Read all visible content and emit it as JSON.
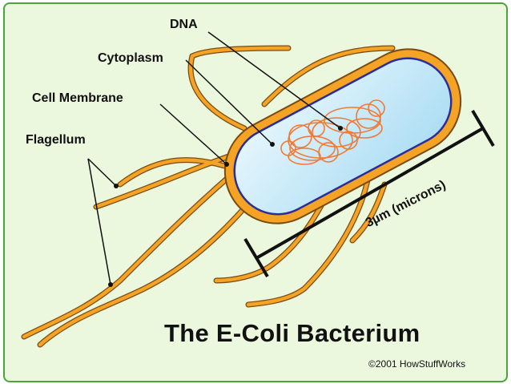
{
  "labels": {
    "dna": "DNA",
    "cytoplasm": "Cytoplasm",
    "cell_membrane": "Cell Membrane",
    "flagellum": "Flagellum"
  },
  "scale_label": "3µm (microns)",
  "title": "The E-Coli Bacterium",
  "copyright": "©2001 HowStuffWorks",
  "colors": {
    "background": "#ebf8de",
    "border": "#4aa63a",
    "membrane": "#f4a325",
    "cytoplasm": "#c4e6f7",
    "outline": "#2a2e9a",
    "dna": "#f07a35"
  }
}
